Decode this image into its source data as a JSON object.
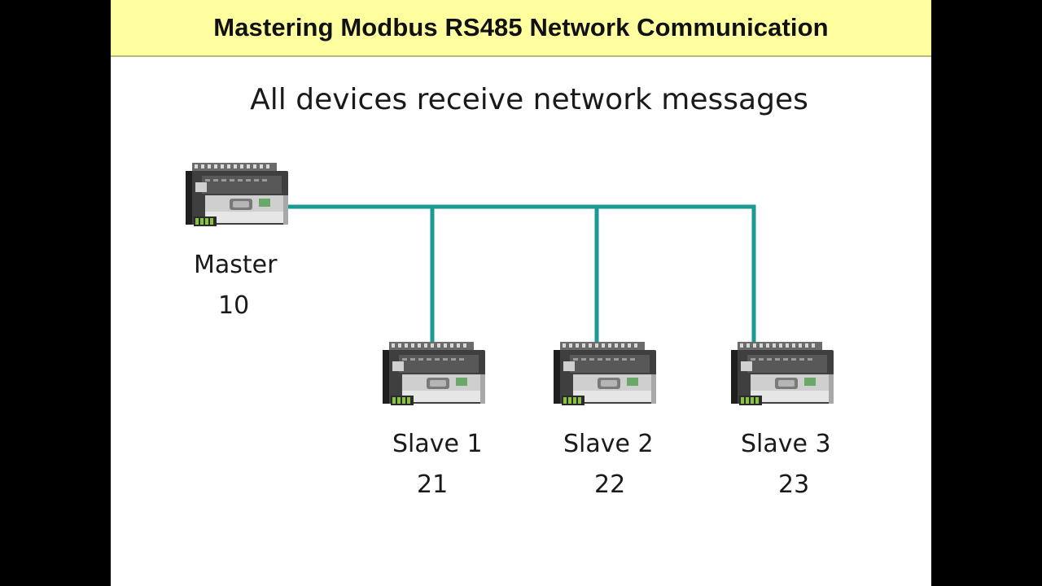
{
  "header": {
    "title": "Mastering Modbus RS485 Network Communication"
  },
  "slide": {
    "subtitle": "All devices receive network messages"
  },
  "colors": {
    "title_bar": "#ffffa0",
    "network_line": "#1a9a92",
    "background": "#ffffff",
    "letterbox": "#000000"
  },
  "devices": {
    "master": {
      "label": "Master",
      "address": "10",
      "icon": "plc-icon"
    },
    "slaves": [
      {
        "label": "Slave 1",
        "address": "21",
        "icon": "plc-icon"
      },
      {
        "label": "Slave 2",
        "address": "22",
        "icon": "plc-icon"
      },
      {
        "label": "Slave 3",
        "address": "23",
        "icon": "plc-icon"
      }
    ]
  }
}
